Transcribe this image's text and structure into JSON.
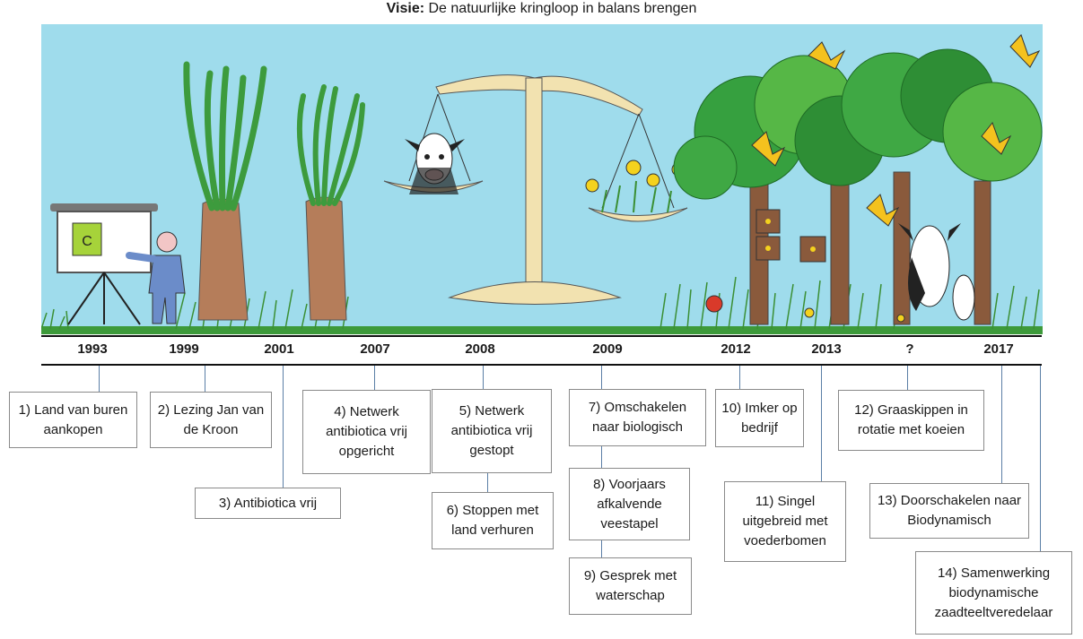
{
  "title": {
    "bold": "Visie:",
    "text": " De natuurlijke kringloop in balans brengen"
  },
  "scene": {
    "board_letter": "C"
  },
  "timeline": {
    "years": [
      "1993",
      "1999",
      "2001",
      "2007",
      "2008",
      "2009",
      "2012",
      "2013",
      "?",
      "2017"
    ],
    "events": [
      {
        "label": "1) Land van buren aankopen"
      },
      {
        "label": "2) Lezing Jan van de Kroon"
      },
      {
        "label": "3) Antibiotica vrij"
      },
      {
        "label": "4) Netwerk antibiotica vrij opgericht"
      },
      {
        "label": "5) Netwerk antibiotica vrij gestopt"
      },
      {
        "label": "6) Stoppen met land verhuren"
      },
      {
        "label": "7) Omschakelen naar biologisch"
      },
      {
        "label": "8) Voorjaars afkalvende veestapel"
      },
      {
        "label": "9) Gesprek met waterschap"
      },
      {
        "label": "10) Imker op bedrijf"
      },
      {
        "label": "11) Singel uitgebreid met voederbomen"
      },
      {
        "label": "12) Graaskippen in rotatie met koeien"
      },
      {
        "label": "13) Doorschakelen naar Biodynamisch"
      },
      {
        "label": "14) Samenwerking biodynamische zaadteeltveredelaar"
      }
    ]
  }
}
